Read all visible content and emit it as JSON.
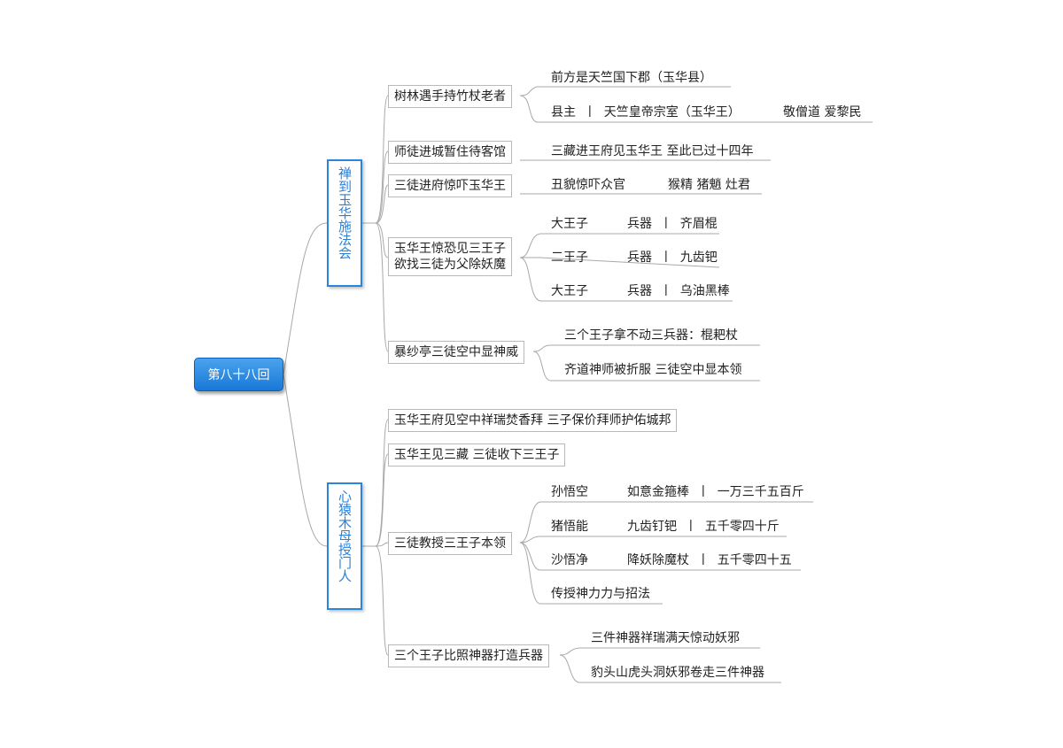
{
  "root": "第八十八回",
  "branch1": {
    "title": "禅到玉华施法会"
  },
  "branch2": {
    "title": "心猿木母授门人"
  },
  "s1": {
    "n1": {
      "label": "树林遇手持竹杖老者",
      "c1": "前方是天竺国下郡（玉华县）",
      "c2": "县主  丨  天竺皇帝宗室（玉华王）",
      "c2b": "敬僧道 爱黎民"
    },
    "n2": {
      "label": "师徒进城暂住待客馆",
      "c1": "三藏进王府见玉华王 至此已过十四年"
    },
    "n3": {
      "label": "三徒进府惊吓玉华王",
      "c1": "丑貌惊吓众官",
      "c1b": "猴精 猪魈 灶君"
    },
    "n4": {
      "label1": "玉华王惊恐见三王子",
      "label2": "欲找三徒为父除妖魔",
      "rows": [
        {
          "name": "大王子",
          "weapon": "兵器  丨  齐眉棍"
        },
        {
          "name": "二王子",
          "weapon": "兵器  丨  九齿钯"
        },
        {
          "name": "大王子",
          "weapon": "兵器  丨  乌油黑棒"
        }
      ]
    },
    "n5": {
      "label": "暴纱亭三徒空中显神威",
      "c1": "三个王子拿不动三兵器：棍耙杖",
      "c2": "齐道神师被折服 三徒空中显本领"
    }
  },
  "s2": {
    "n1": {
      "label": "玉华王府见空中祥瑞焚香拜 三子保价拜师护佑城邦"
    },
    "n2": {
      "label": "玉华王见三藏 三徒收下三王子"
    },
    "n3": {
      "label": "三徒教授三王子本领",
      "rows": [
        {
          "name": "孙悟空",
          "weapon": "如意金箍棒  丨  一万三千五百斤"
        },
        {
          "name": "猪悟能",
          "weapon": "九齿钉钯  丨  五千零四十斤"
        },
        {
          "name": "沙悟净",
          "weapon": "降妖除魔杖  丨  五千零四十五"
        }
      ],
      "c4": "传授神力力与招法"
    },
    "n4": {
      "label": "三个王子比照神器打造兵器",
      "c1": "三件神器祥瑞满天惊动妖邪",
      "c2": "豹头山虎头洞妖邪卷走三件神器"
    }
  }
}
